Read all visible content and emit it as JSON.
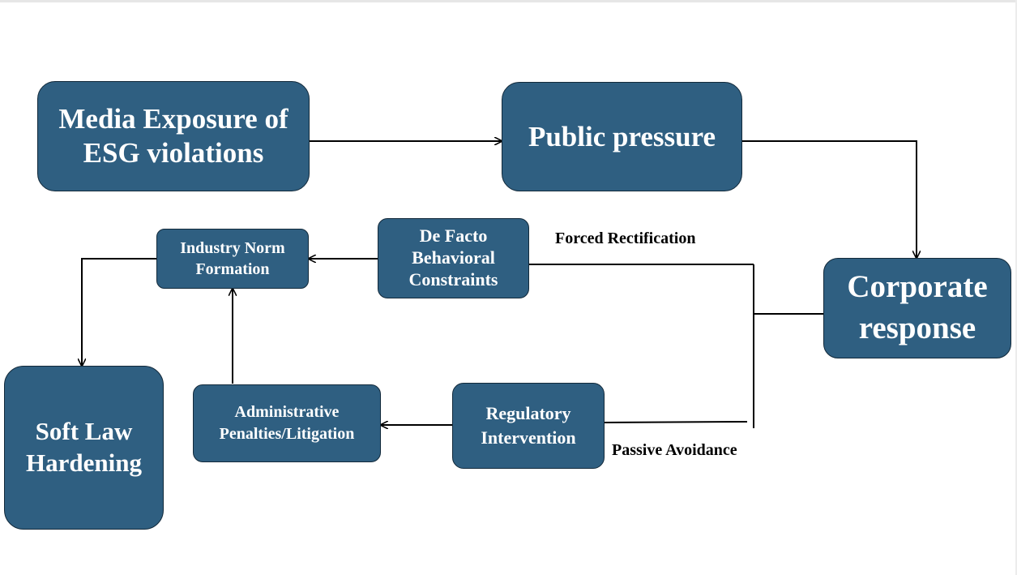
{
  "diagram": {
    "nodes": {
      "media_exposure": "Media Exposure of\nESG violations",
      "public_pressure": "Public pressure",
      "corporate_response": "Corporate\nresponse",
      "de_facto": "De Facto\nBehavioral\nConstraints",
      "industry_norm": "Industry Norm\nFormation",
      "regulatory": "Regulatory\nIntervention",
      "administrative": "Administrative\nPenalties/Litigation",
      "soft_law": "Soft Law\nHardening"
    },
    "edge_labels": {
      "forced": "Forced Rectification",
      "passive": "Passive Avoidance"
    },
    "colors": {
      "node_fill": "#2f5f81",
      "node_border": "#12293a",
      "node_text": "#ffffff",
      "connector": "#000000"
    }
  }
}
